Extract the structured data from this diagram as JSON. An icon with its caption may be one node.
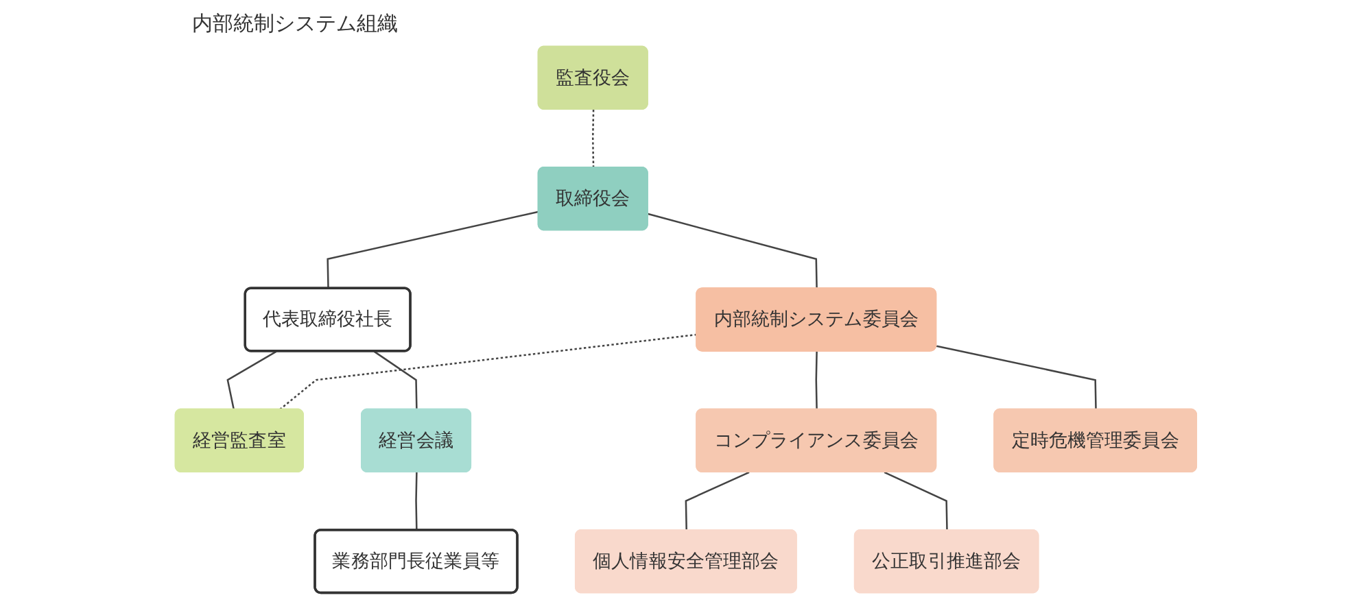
{
  "diagram": {
    "title": "内部統制システム組織",
    "nodes": [
      {
        "text": [
          "監査役会"
        ]
      },
      {
        "text": [
          "取締役会"
        ]
      },
      {
        "text": [
          "代表取締役社長"
        ]
      },
      {
        "text": [
          "内部統制システム委員会"
        ]
      },
      {
        "text": [
          "経営監査室"
        ]
      },
      {
        "text": [
          "経営会議"
        ]
      },
      {
        "text": [
          "コンプライアンス委員会"
        ]
      },
      {
        "text": [
          "定時危機管理委員会"
        ]
      },
      {
        "text": [
          "個人情報安全管理部会"
        ]
      },
      {
        "text": [
          "公正取引推進部会"
        ]
      },
      {
        "text": [
          "業務部門長従業員等"
        ]
      }
    ],
    "edges": [
      {
        "from": 0,
        "to": 1,
        "arrow": "none",
        "style": "dashed"
      },
      {
        "from": 1,
        "to": 2,
        "arrow": "none"
      },
      {
        "from": 1,
        "to": 3,
        "arrow": "none"
      },
      {
        "from": 2,
        "to": 4,
        "arrow": "none"
      },
      {
        "from": 2,
        "to": 5,
        "arrow": "none"
      },
      {
        "from": 3,
        "to": 4,
        "arrow": "none",
        "style": "dashed"
      },
      {
        "from": 3,
        "to": 6,
        "arrow": "none"
      },
      {
        "from": 3,
        "to": 7,
        "arrow": "none"
      },
      {
        "from": 6,
        "to": 8,
        "arrow": "none"
      },
      {
        "from": 6,
        "to": 9,
        "arrow": "none"
      },
      {
        "from": 5,
        "to": 10,
        "arrow": "none"
      }
    ]
  }
}
